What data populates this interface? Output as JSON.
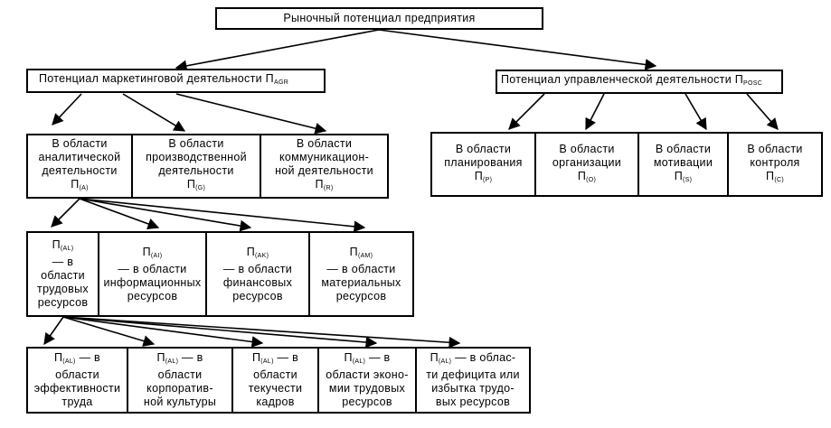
{
  "root": {
    "text": "Рыночный потенциал предприятия"
  },
  "marketing": {
    "text": "Потенциал маркетинговой деятельности П",
    "sub": "AGR"
  },
  "management": {
    "text": "Потенциал управленческой деятельности П",
    "sub": "POSC"
  },
  "marketing_areas": [
    {
      "lines": "В области\nаналитической\nдеятельности\nП",
      "sub": "(A)"
    },
    {
      "lines": "В области\nпроизводственной\nдеятельности\nП",
      "sub": "(G)"
    },
    {
      "lines": "В области\nкоммуникацион-\nной деятельности\nП",
      "sub": "(R)"
    }
  ],
  "management_areas": [
    {
      "lines": "В области\nпланирования\nП",
      "sub": "(P)"
    },
    {
      "lines": "В области\nорганизации\nП",
      "sub": "(O)"
    },
    {
      "lines": "В области\nмотивации\nП",
      "sub": "(S)"
    },
    {
      "lines": "В области\nконтроля\nП",
      "sub": "(C)"
    }
  ],
  "resources": [
    {
      "pre": "П",
      "sub": "(AL)",
      "post": "\n— в\nобласти\nтрудовых\nресурсов"
    },
    {
      "pre": "П",
      "sub": "(AI)",
      "post": "\n— в области\nинформационных\nресурсов"
    },
    {
      "pre": "П",
      "sub": "(AK)",
      "post": "\n— в области\nфинансовых\nресурсов"
    },
    {
      "pre": "П",
      "sub": "(AM)",
      "post": "\n— в области\nматериальных\nресурсов"
    }
  ],
  "labor": [
    {
      "pre": "П",
      "sub": "(AL)",
      "post": " — в\nобласти\nэффективности\nтруда"
    },
    {
      "pre": "П",
      "sub": "(AL)",
      "post": " — в\nобласти\nкорпоратив-\nной культуры"
    },
    {
      "pre": "П",
      "sub": "(AL)",
      "post": " — в\nобласти\nтекучести\nкадров"
    },
    {
      "pre": "П",
      "sub": "(AL)",
      "post": " — в\nобласти эконо-\nмии трудовых\nресурсов"
    },
    {
      "pre": "П",
      "sub": "(AL)",
      "post": " — в облас-\nти дефицита или\nизбытка трудо-\nвых ресурсов"
    }
  ]
}
